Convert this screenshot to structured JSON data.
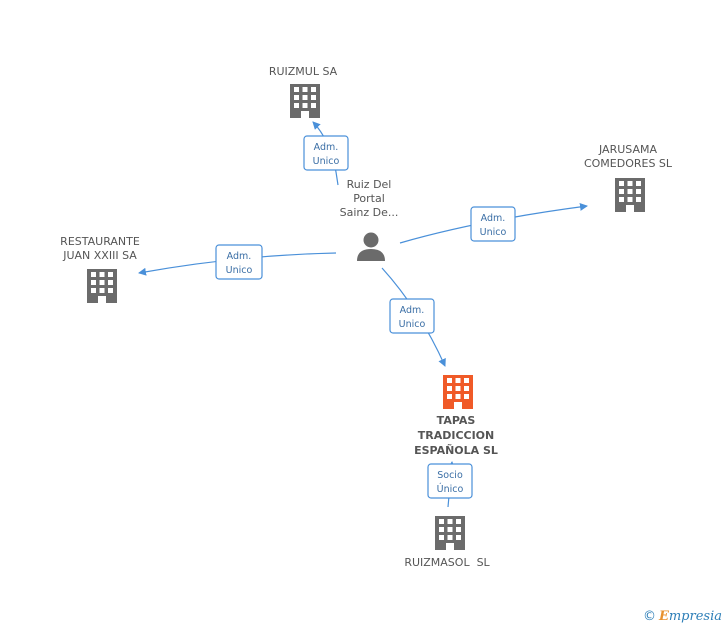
{
  "nodes": {
    "ruizmul": {
      "label_lines": [
        "RUIZMUL SA"
      ],
      "icon": "building-icon"
    },
    "jarusama": {
      "label_lines": [
        "JARUSAMA",
        "COMEDORES SL"
      ],
      "icon": "building-icon"
    },
    "restaurante": {
      "label_lines": [
        "RESTAURANTE",
        "JUAN XXIII SA"
      ],
      "icon": "building-icon"
    },
    "person": {
      "label_lines": [
        "Ruiz Del",
        "Portal",
        "Sainz De..."
      ],
      "icon": "person-icon"
    },
    "tapas": {
      "label_lines": [
        "TAPAS",
        "TRADICCION",
        "ESPAÑOLA SL"
      ],
      "icon": "building-icon"
    },
    "ruizmasol": {
      "label_lines": [
        "RUIZMASOL  SL"
      ],
      "icon": "building-icon"
    }
  },
  "edges": {
    "to_ruizmul": [
      "Adm.",
      "Unico"
    ],
    "to_jarusama": [
      "Adm.",
      "Unico"
    ],
    "to_restaurante": [
      "Adm.",
      "Unico"
    ],
    "to_tapas": [
      "Adm.",
      "Unico"
    ],
    "ruizmasol_to_tapas": [
      "Socio",
      "Único"
    ]
  },
  "colors": {
    "building": "#6b6b6b",
    "building_focus": "#f05a28",
    "edge": "#4a90d9"
  },
  "footer": {
    "copyright": "©",
    "brand_initial": "E",
    "brand_rest": "mpresia"
  }
}
